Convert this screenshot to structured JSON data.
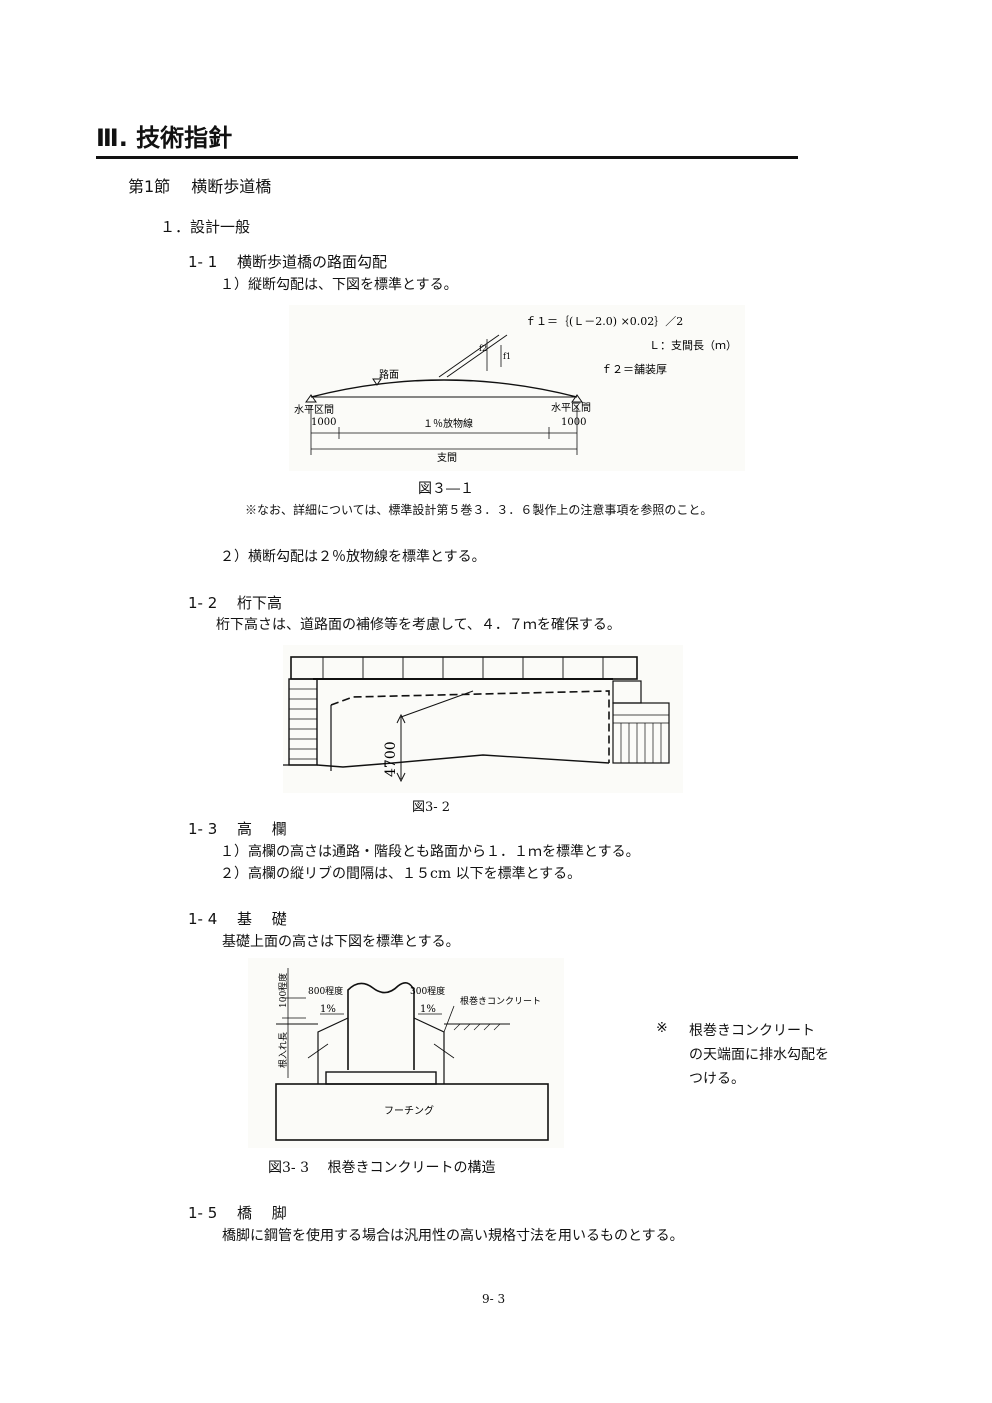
{
  "doc": {
    "title": "Ⅲ. 技術指針",
    "section": "第1節　 横断歩道橋",
    "subsection": "１．設計一般",
    "page_number": "9- 3"
  },
  "s1_1": {
    "heading": "1- 1　 横断歩道橋の路面勾配",
    "item1": "１）縦断勾配は、下図を標準とする。",
    "figure": {
      "formula": "ｆ１＝｛(Ｌ－2.0) ×0.02｝／2",
      "L_def": "Ｌ：支間長（ｍ）",
      "f2_def": "ｆ２＝舗装厚",
      "road_label": "路面",
      "left_level": "水平区間",
      "right_level": "水平区間",
      "left_dim": "1000",
      "right_dim": "1000",
      "parabola": "１％放物線",
      "span": "支間",
      "f1_mark": "f1",
      "f2_mark": "f2"
    },
    "caption": "図３―１",
    "note": "※なお、詳細については、標準設計第５巻３．３．６製作上の注意事項を参照のこと。",
    "item2": "２）横断勾配は２％放物線を標準とする。"
  },
  "s1_2": {
    "heading": "1- 2　 桁下高",
    "text": "桁下高さは、道路面の補修等を考慮して、４．７ｍを確保する。",
    "figure": {
      "dim": "4700"
    },
    "caption": "図3- 2"
  },
  "s1_3": {
    "heading": "1- 3　 高　 欄",
    "item1": "１）高欄の高さは通路・階段とも路面から１．１ｍを標準とする。",
    "item2": "２）高欄の縦リブの間隔は、１５cm 以下を標準とする。"
  },
  "s1_4": {
    "heading": "1- 4　 基　 礎",
    "text": "基礎上面の高さは下図を標準とする。",
    "figure": {
      "label_100": "100程度",
      "label_800_left": "800程度",
      "label_800_right": "300程度",
      "slope_left": "1%",
      "slope_right": "1%",
      "concrete": "根巻きコンクリート",
      "embed": "根入れ長",
      "footing": "フーチング"
    },
    "caption": "図3- 3　 根巻きコンクリートの構造",
    "note_mark": "※",
    "note_line1": "根巻きコンクリート",
    "note_line2": "の天端面に排水勾配を",
    "note_line3": "つける。"
  },
  "s1_5": {
    "heading": "1- 5　 橋　 脚",
    "text": "橋脚に鋼管を使用する場合は汎用性の高い規格寸法を用いるものとする。"
  }
}
